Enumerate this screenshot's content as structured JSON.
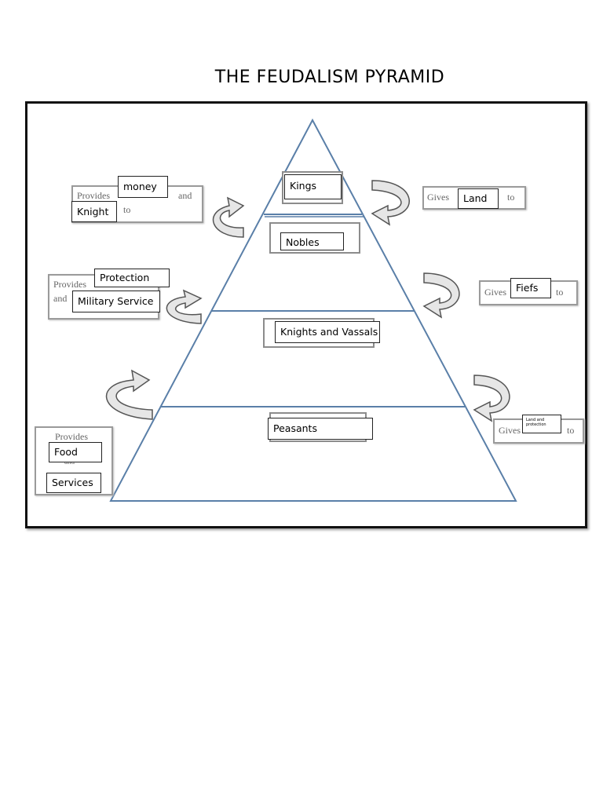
{
  "title": "THE FEUDALISM PYRAMID",
  "pyramid_levels": {
    "kings": "Kings",
    "nobles": "Nobles",
    "knights": "Knights and Vassals",
    "peasants": "Peasants"
  },
  "worksheet_text": {
    "provides": "Provides",
    "and": "and",
    "to": "to",
    "gives": "Gives"
  },
  "answers": {
    "nobles_provide_1": "money",
    "nobles_provide_2": "Knight",
    "kings_give": "Land",
    "knights_provide_1": "Protection",
    "knights_provide_2": "Military Service",
    "nobles_give": "Fiefs",
    "peasants_provide_1": "Food",
    "peasants_provide_2": "Services",
    "knights_give": "Land and protection"
  }
}
